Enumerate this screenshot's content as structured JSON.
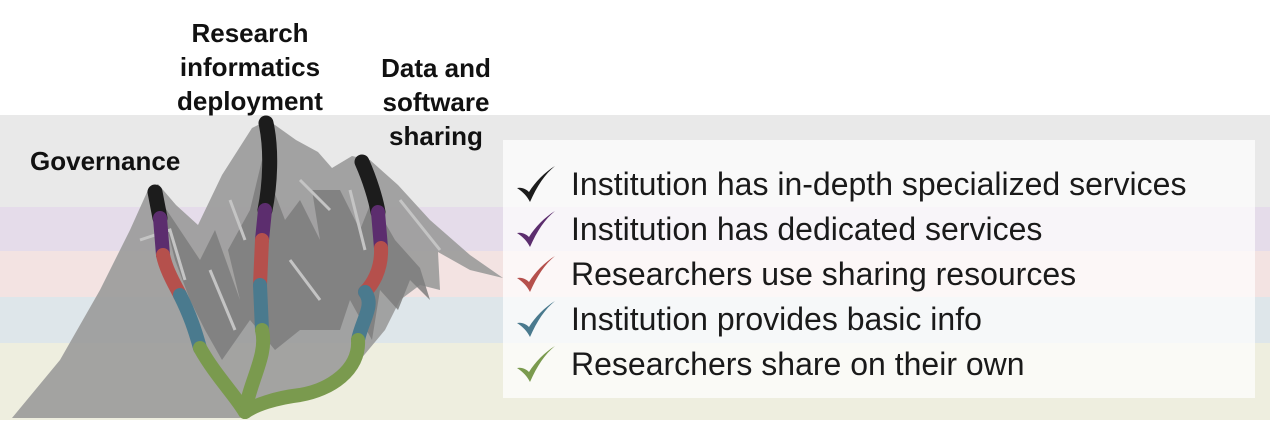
{
  "peaks": {
    "governance": "Governance",
    "research_informatics": [
      "Research",
      "informatics",
      "deployment"
    ],
    "data_sharing": [
      "Data and",
      "software",
      "sharing"
    ]
  },
  "levels": [
    {
      "label": "Institution has in-depth specialized services",
      "color": "#1c1c1c",
      "band": "#e9e9e9"
    },
    {
      "label": "Institution has dedicated services",
      "color": "#5c2d6e",
      "band": "#e5dcea"
    },
    {
      "label": "Researchers use sharing resources",
      "color": "#b5504c",
      "band": "#f3e3e2"
    },
    {
      "label": "Institution provides basic info",
      "color": "#4a7a8e",
      "band": "#dee6ea"
    },
    {
      "label": "Researchers share on their own",
      "color": "#7a9a4e",
      "band": "#eeeedf"
    }
  ],
  "colors": {
    "mountain": "#8e8e8e",
    "mountain_dark": "#6f6f6f"
  }
}
